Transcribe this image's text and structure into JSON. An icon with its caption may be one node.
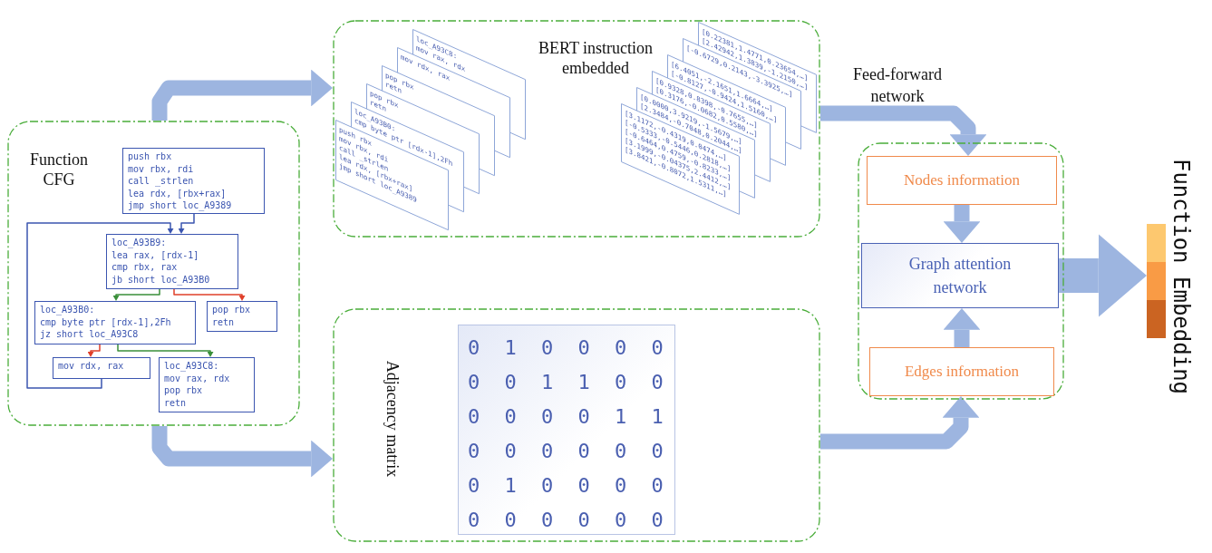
{
  "diagram": {
    "nodes": [
      {
        "text": [
          "Function CFG"
        ]
      },
      {
        "text": [
          "push rbx",
          "mov rbx, rdi",
          "call _strlen",
          "lea rdx, [rbx+rax]",
          "jmp short loc_A9389"
        ],
        "in": 0
      },
      {
        "text": [
          "loc_A93B9:",
          "lea rax, [rdx-1]",
          "cmp rbx, rax",
          "jb short loc_A93B0"
        ],
        "in": 0
      },
      {
        "text": [
          "loc_A93B0:",
          "cmp byte ptr [rdx-1],2Fh",
          "jz short loc_A93C8"
        ],
        "in": 0
      },
      {
        "text": [
          "pop rbx",
          "retn"
        ],
        "in": 0
      },
      {
        "text": [
          "mov rdx, rax"
        ],
        "in": 0
      },
      {
        "text": [
          "loc_A93C8:",
          "mov rax, rdx",
          "pop rbx",
          "retn"
        ],
        "in": 0
      },
      {
        "text": [
          "BERT instruction embedded"
        ]
      },
      {
        "text": [
          "Adjacency matrix"
        ]
      },
      {
        "text": [
          "0 1 0 0 0 0",
          "0 0 1 1 0 0",
          "0 0 0 0 1 1",
          "0 0 0 0 0 0",
          "0 1 0 0 0 0",
          "0 0 0 0 0 0"
        ],
        "in": 8
      },
      {
        "text": [],
        "shape": "box"
      },
      {
        "text": [
          "Nodes information"
        ],
        "in": 10
      },
      {
        "text": [
          "Graph attention network"
        ],
        "in": 10
      },
      {
        "text": [
          "Edges information"
        ],
        "in": 10
      },
      {
        "text": [],
        "shape": "bar",
        "beside": [
          "Function Embedding"
        ]
      }
    ],
    "edges": [
      {
        "from": 1,
        "to": 2,
        "arrow": "to",
        "color": "#3b55b0"
      },
      {
        "from": 5,
        "to": 2,
        "arrow": "to",
        "color": "#3b55b0"
      },
      {
        "from": 2,
        "to": 3,
        "arrow": "to",
        "color": "#3a8f3a"
      },
      {
        "from": 2,
        "to": 4,
        "arrow": "to",
        "color": "#e0402a"
      },
      {
        "from": 3,
        "to": 5,
        "arrow": "to",
        "color": "#e0402a"
      },
      {
        "from": 3,
        "to": 6,
        "arrow": "to",
        "color": "#3a8f3a"
      },
      {
        "from": 0,
        "to": 7,
        "arrow": "to"
      },
      {
        "from": 0,
        "to": 8,
        "arrow": "to"
      },
      {
        "from": 7,
        "to": 11,
        "arrow": "to",
        "label": "Feed-forward network"
      },
      {
        "from": 8,
        "to": 13,
        "arrow": "to"
      },
      {
        "from": 11,
        "to": 12,
        "arrow": "to"
      },
      {
        "from": 13,
        "to": 12,
        "arrow": "to"
      },
      {
        "from": 12,
        "to": 14,
        "arrow": "to",
        "style": "thick"
      }
    ],
    "labels": [
      "loc_A93C8:",
      "mov rax, rdx",
      "mov rdx, rax",
      "pop rbx",
      "retn",
      "pop rbx",
      "retn",
      "loc_A93B0:",
      "cmp byte ptr [rdx-1],2Fh",
      "push rbx",
      "mov rbx, rdi",
      "call _strlen",
      "lea rdx, [rbx+rax]",
      "jmp short loc_A9389",
      "[0.22381,1.4771,0.23654,…]",
      "[2.42942,1.3839,-1.2150,…]",
      "[-0.6729,0.2143,-3.3925,…]",
      "[6.4051,-2.1651,1.6664,…]",
      "[-0.8127,-0.9424,1.5160,…]",
      "[0.9328,0.8398,-0.7655,…]",
      "[0.3176,-0.0682,0.5580,…]",
      "[0.0000,3.9219,-1.5679,…]",
      "[2.3484,-0.7048,0.2044,…]",
      "[3.1172,-0.4319,0.0474,…]",
      "[-0.5333,-0.5446,0.2818,…]",
      "[-0.6464,0.4759,-0.8233,…]",
      "[3.1999,-0.04375,2.4412,…]",
      "[3.8421,-0.8072,1.5311,…]"
    ]
  }
}
